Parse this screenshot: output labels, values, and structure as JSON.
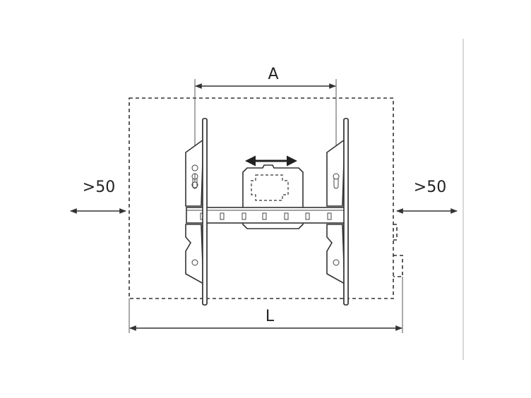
{
  "labels": {
    "dim_a": "A",
    "dim_l": "L",
    "clearance_left": ">50",
    "clearance_right": ">50"
  },
  "colors": {
    "line": "#333333",
    "background": "#ffffff",
    "wall": "#cccccc"
  }
}
